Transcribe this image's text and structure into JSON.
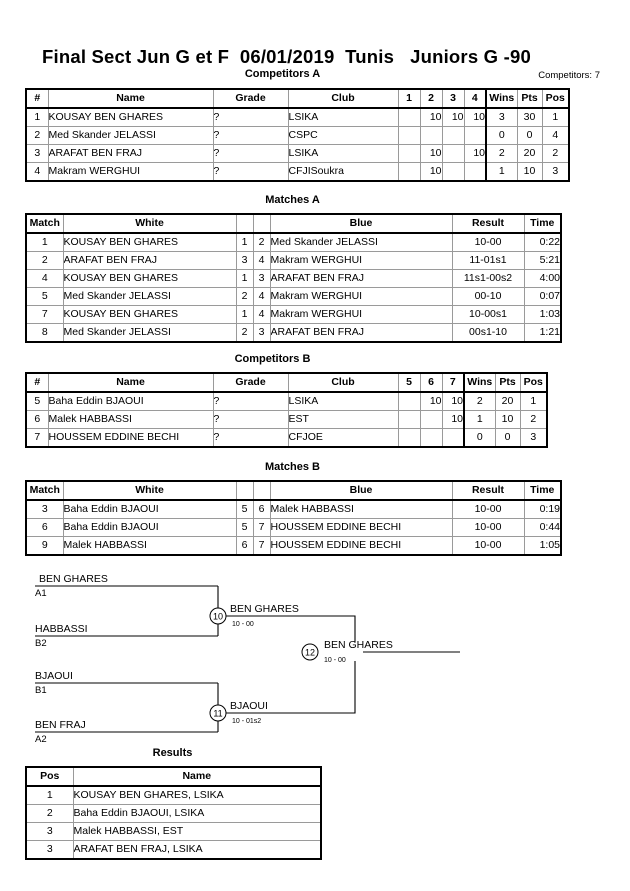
{
  "header": {
    "title": "Final Sect Jun G et F  06/01/2019  Tunis   Juniors G -90",
    "competitors_label": "Competitors: 7"
  },
  "sections": {
    "competitors_a": "Competitors A",
    "matches_a": "Matches A",
    "competitors_b": "Competitors B",
    "matches_b": "Matches B",
    "results": "Results"
  },
  "pool_a": {
    "headers": [
      "#",
      "Name",
      "Grade",
      "Club",
      "1",
      "2",
      "3",
      "4",
      "Wins",
      "Pts",
      "Pos"
    ],
    "rows": [
      {
        "num": "1",
        "name": "KOUSAY BEN GHARES",
        "grade": "?",
        "club": "LSIKA",
        "m1": "",
        "m2": "10",
        "m3": "10",
        "m4": "10",
        "wins": "3",
        "pts": "30",
        "pos": "1"
      },
      {
        "num": "2",
        "name": "Med Skander JELASSI",
        "grade": "?",
        "club": "CSPC",
        "m1": "",
        "m2": "",
        "m3": "",
        "m4": "",
        "wins": "0",
        "pts": "0",
        "pos": "4"
      },
      {
        "num": "3",
        "name": "ARAFAT BEN FRAJ",
        "grade": "?",
        "club": "LSIKA",
        "m1": "",
        "m2": "10",
        "m3": "",
        "m4": "10",
        "wins": "2",
        "pts": "20",
        "pos": "2"
      },
      {
        "num": "4",
        "name": "Makram WERGHUI",
        "grade": "?",
        "club": "CFJISoukra",
        "m1": "",
        "m2": "10",
        "m3": "",
        "m4": "",
        "wins": "1",
        "pts": "10",
        "pos": "3"
      }
    ]
  },
  "matches_a": {
    "headers": [
      "Match",
      "White",
      "",
      "",
      "Blue",
      "Result",
      "Time"
    ],
    "rows": [
      {
        "match": "1",
        "white": "KOUSAY BEN GHARES",
        "wn": "1",
        "bn": "2",
        "blue": "Med Skander JELASSI",
        "result": "10-00",
        "time": "0:22"
      },
      {
        "match": "2",
        "white": "ARAFAT BEN FRAJ",
        "wn": "3",
        "bn": "4",
        "blue": "Makram WERGHUI",
        "result": "11-01s1",
        "time": "5:21"
      },
      {
        "match": "4",
        "white": "KOUSAY BEN GHARES",
        "wn": "1",
        "bn": "3",
        "blue": "ARAFAT BEN FRAJ",
        "result": "11s1-00s2",
        "time": "4:00"
      },
      {
        "match": "5",
        "white": "Med Skander JELASSI",
        "wn": "2",
        "bn": "4",
        "blue": "Makram WERGHUI",
        "result": "00-10",
        "time": "0:07"
      },
      {
        "match": "7",
        "white": "KOUSAY BEN GHARES",
        "wn": "1",
        "bn": "4",
        "blue": "Makram WERGHUI",
        "result": "10-00s1",
        "time": "1:03"
      },
      {
        "match": "8",
        "white": "Med Skander JELASSI",
        "wn": "2",
        "bn": "3",
        "blue": "ARAFAT BEN FRAJ",
        "result": "00s1-10",
        "time": "1:21"
      }
    ]
  },
  "pool_b": {
    "headers": [
      "#",
      "Name",
      "Grade",
      "Club",
      "5",
      "6",
      "7",
      "Wins",
      "Pts",
      "Pos"
    ],
    "rows": [
      {
        "num": "5",
        "name": "Baha Eddin BJAOUI",
        "grade": "?",
        "club": "LSIKA",
        "m5": "",
        "m6": "10",
        "m7": "10",
        "wins": "2",
        "pts": "20",
        "pos": "1"
      },
      {
        "num": "6",
        "name": "Malek HABBASSI",
        "grade": "?",
        "club": "EST",
        "m5": "",
        "m6": "",
        "m7": "10",
        "wins": "1",
        "pts": "10",
        "pos": "2"
      },
      {
        "num": "7",
        "name": "HOUSSEM EDDINE BECHI",
        "grade": "?",
        "club": "CFJOE",
        "m5": "",
        "m6": "",
        "m7": "",
        "wins": "0",
        "pts": "0",
        "pos": "3"
      }
    ]
  },
  "matches_b": {
    "headers": [
      "Match",
      "White",
      "",
      "",
      "Blue",
      "Result",
      "Time"
    ],
    "rows": [
      {
        "match": "3",
        "white": "Baha Eddin BJAOUI",
        "wn": "5",
        "bn": "6",
        "blue": "Malek HABBASSI",
        "result": "10-00",
        "time": "0:19"
      },
      {
        "match": "6",
        "white": "Baha Eddin BJAOUI",
        "wn": "5",
        "bn": "7",
        "blue": "HOUSSEM EDDINE BECHI",
        "result": "10-00",
        "time": "0:44"
      },
      {
        "match": "9",
        "white": "Malek HABBASSI",
        "wn": "6",
        "bn": "7",
        "blue": "HOUSSEM EDDINE BECHI",
        "result": "10-00",
        "time": "1:05"
      }
    ]
  },
  "bracket": {
    "entrants": [
      {
        "name": "BEN GHARES",
        "seed": "A1"
      },
      {
        "name": "HABBASSI",
        "seed": "B2"
      },
      {
        "name": "BJAOUI",
        "seed": "B1"
      },
      {
        "name": "BEN FRAJ",
        "seed": "A2"
      }
    ],
    "semifinals": [
      {
        "match_no": "10",
        "winner": "BEN GHARES",
        "score": "10 - 00"
      },
      {
        "match_no": "11",
        "winner": "BJAOUI",
        "score": "10 - 01s2"
      }
    ],
    "final": {
      "match_no": "12",
      "winner": "BEN GHARES",
      "score": "10 - 00"
    }
  },
  "results": {
    "headers": [
      "Pos",
      "Name"
    ],
    "rows": [
      {
        "pos": "1",
        "name": "KOUSAY BEN GHARES, LSIKA"
      },
      {
        "pos": "2",
        "name": "Baha Eddin BJAOUI, LSIKA"
      },
      {
        "pos": "3",
        "name": "Malek HABBASSI, EST"
      },
      {
        "pos": "3",
        "name": "ARAFAT BEN FRAJ, LSIKA"
      }
    ]
  }
}
